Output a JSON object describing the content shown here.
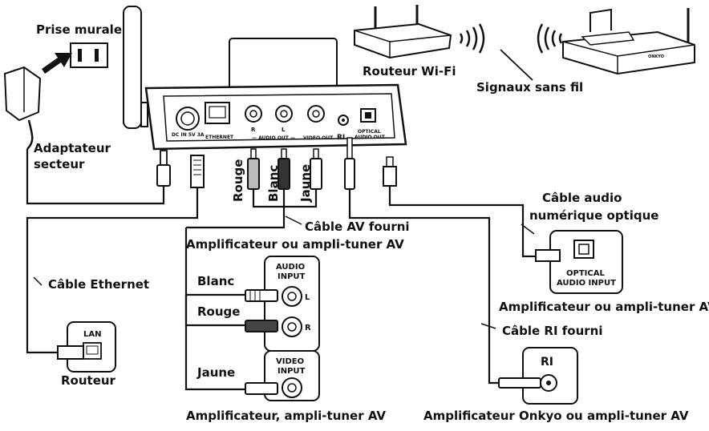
{
  "labels": {
    "prise_murale": "Prise murale",
    "adaptateur_line1": "Adaptateur",
    "adaptateur_line2": "secteur",
    "routeur_wifi": "Routeur Wi-Fi",
    "signaux": "Signaux sans fil",
    "rouge_v": "Rouge",
    "blanc_v": "Blanc",
    "jaune_v": "Jaune",
    "cable_av": "Câble AV fourni",
    "amp_top": "Amplificateur ou ampli-tuner AV",
    "cable_ethernet": "Câble Ethernet",
    "routeur": "Routeur",
    "blanc": "Blanc",
    "rouge": "Rouge",
    "jaune": "Jaune",
    "amp_bottom_left": "Amplificateur, ampli-tuner AV",
    "cable_optique_line1": "Câble audio",
    "cable_optique_line2": "numérique optique",
    "amp_right": "Amplificateur ou ampli-tuner AV",
    "cable_ri": "Câble RI fourni",
    "amp_onkyo": "Amplificateur Onkyo ou ampli-tuner AV"
  },
  "panel": {
    "dc_in": "DC IN 5V 3A",
    "ethernet": "ETHERNET",
    "r": "R",
    "l": "L",
    "audio_out": "— AUDIO OUT —",
    "video_out": "VIDEO OUT",
    "ri": "RI",
    "optical1": "OPTICAL",
    "optical2": "AUDIO OUT"
  },
  "ports": {
    "lan": "LAN",
    "audio_input1": "AUDIO",
    "audio_input2": "INPUT",
    "l": "L",
    "r": "R",
    "video_input1": "VIDEO",
    "video_input2": "INPUT",
    "optical_input1": "OPTICAL",
    "optical_input2": "AUDIO INPUT",
    "ri": "RI",
    "dock_brand": "ONKYO"
  }
}
